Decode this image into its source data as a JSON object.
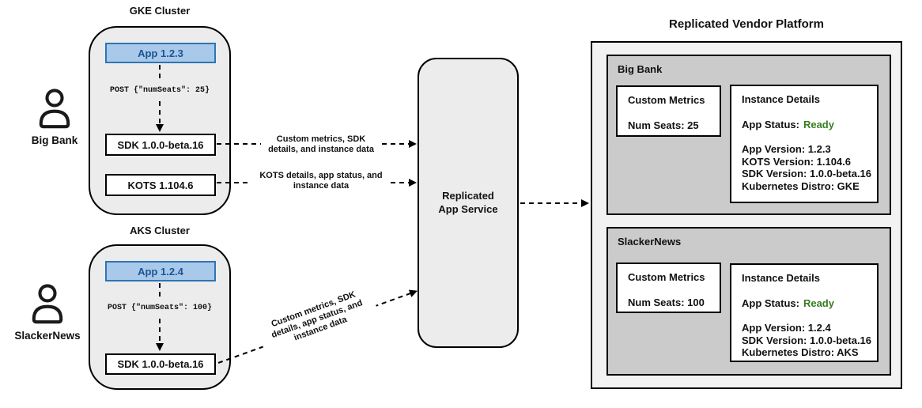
{
  "personas": {
    "big_bank": "Big Bank",
    "slackernews": "SlackerNews"
  },
  "gke": {
    "title": "GKE Cluster",
    "app": "App 1.2.3",
    "post": "POST {\"numSeats\": 25}",
    "sdk": "SDK 1.0.0-beta.16",
    "kots": "KOTS 1.104.6"
  },
  "aks": {
    "title": "AKS Cluster",
    "app": "App 1.2.4",
    "post": "POST {\"numSeats\": 100}",
    "sdk": "SDK 1.0.0-beta.16"
  },
  "arrows": {
    "sdk_to_service": "Custom metrics, SDK details, and instance data",
    "kots_to_service": "KOTS details, app status, and instance data",
    "aks_sdk_to_service": "Custom metrics, SDK details, app status, and instance data"
  },
  "service": {
    "line1": "Replicated",
    "line2": "App Service"
  },
  "platform": {
    "title": "Replicated Vendor Platform",
    "customers": [
      {
        "name": "Big Bank",
        "metrics": {
          "title": "Custom Metrics",
          "seats": "Num Seats: 25"
        },
        "details": {
          "title": "Instance Details",
          "status_label": "App Status:",
          "status_value": "Ready",
          "lines": [
            "App Version: 1.2.3",
            "KOTS Version: 1.104.6",
            "SDK Version: 1.0.0-beta.16",
            "Kubernetes Distro: GKE"
          ]
        }
      },
      {
        "name": "SlackerNews",
        "metrics": {
          "title": "Custom Metrics",
          "seats": "Num Seats: 100"
        },
        "details": {
          "title": "Instance Details",
          "status_label": "App Status:",
          "status_value": "Ready",
          "lines": [
            "App Version: 1.2.4",
            "SDK Version: 1.0.0-beta.16",
            "Kubernetes Distro: AKS"
          ]
        }
      }
    ]
  },
  "colors": {
    "app_fill": "#a9c9ea",
    "app_border": "#2e75b6",
    "app_text": "#1a5494",
    "status_ready_green": "#377d1f",
    "cluster_fill": "#ececec",
    "customer_fill": "#cbcbcb",
    "platform_fill": "#f2f2f2"
  }
}
